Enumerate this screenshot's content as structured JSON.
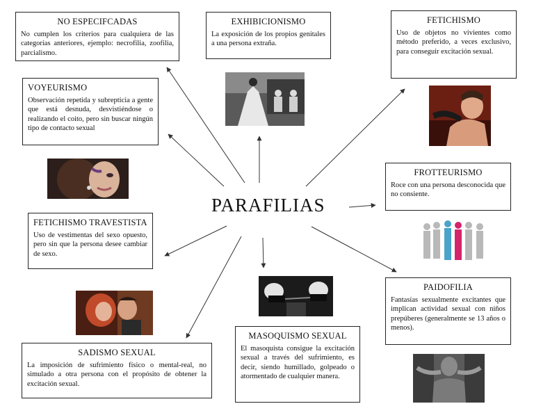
{
  "center": {
    "title": "PARAFILIAS"
  },
  "boxes": {
    "no_especificadas": {
      "title": "NO ESPECIFCADAS",
      "desc": "No cumplen los criterios para cualquiera de las categorías anteriores, ejemplo: necrofilia, zoofilia, parcialismo."
    },
    "exhibicionismo": {
      "title": "EXHIBICIONISMO",
      "desc": "La exposición de los propios genitales a una persona extraña."
    },
    "fetichismo": {
      "title": "FETICHISMO",
      "desc": "Uso de objetos no vivientes como método preferido, a veces exclusivo, para conseguir excitación sexual."
    },
    "voyeurismo": {
      "title": "VOYEURISMO",
      "desc": "Observación repetida y subrepticia a gente que está desnuda, desvistiéndose o realizando el coito, pero sin buscar ningún tipo de contacto sexual"
    },
    "frotteurismo": {
      "title": "FROTTEURISMO",
      "desc": "Roce con una persona desconocida que no consiente."
    },
    "fetichismo_travestista": {
      "title": "FETICHISMO TRAVESTISTA",
      "desc": "Uso de vestimentas del sexo opuesto, pero sin que la persona desee cambiar de sexo."
    },
    "paidofilia": {
      "title": "PAIDOFILIA",
      "desc": "Fantasías sexualmente excitantes que implican actividad sexual con niños prepúberes (generalmente se 13 años o menos)."
    },
    "masoquismo": {
      "title": "MASOQUISMO SEXUAL",
      "desc": "El masoquista consigue la excitación sexual a través del sufrimiento, es decir, siendo humillado, golpeado o atormentado de cualquier manera."
    },
    "sadismo": {
      "title": "SADISMO SEXUAL",
      "desc": "La imposición de sufrimiento físico o mental-real, no simulado a otra persona con el propósito de obtener la excitación sexual."
    }
  },
  "colors": {
    "border": "#222222",
    "arrow": "#333333",
    "background": "#ffffff"
  }
}
